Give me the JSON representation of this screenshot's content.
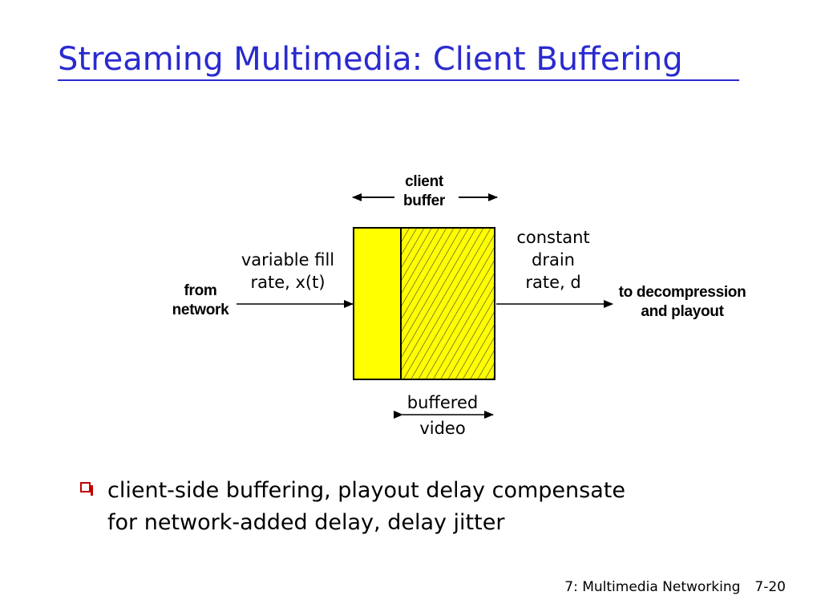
{
  "slide": {
    "title": "Streaming Multimedia:  Client Buffering"
  },
  "diagram": {
    "buffer_label_line1": "client",
    "buffer_label_line2": "buffer",
    "input_label_line1": "variable fill",
    "input_label_line2": "rate, x(t)",
    "source_label_line1": "from",
    "source_label_line2": "network",
    "output_label_line1": "constant",
    "output_label_line2": "drain",
    "output_label_line3": "rate, d",
    "sink_label_line1": "to decompression",
    "sink_label_line2": "and playout",
    "buffered_label_line1": "buffered",
    "buffered_label_line2": "video",
    "colors": {
      "buffer_fill": "#ffff00",
      "hatch": "#3a3a3a",
      "arrow": "#000000"
    }
  },
  "bullets": [
    {
      "line1": "client-side buffering, playout delay compensate",
      "line2": "for network-added delay, delay jitter"
    }
  ],
  "footer": {
    "section": "7: Multimedia Networking",
    "page": "7-20"
  },
  "theme": {
    "title_color": "#2a2ad0",
    "bullet_color": "#c00000"
  }
}
